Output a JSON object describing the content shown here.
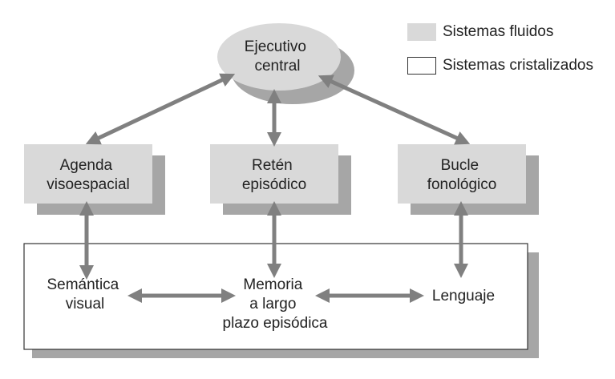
{
  "legend": {
    "fluid_label": "Sistemas fluidos",
    "crystallized_label": "Sistemas cristalizados"
  },
  "nodes": {
    "central_executive": [
      "Ejecutivo",
      "central"
    ],
    "visuospatial": [
      "Agenda",
      "visoespacial"
    ],
    "episodic_buffer": [
      "Retén",
      "episódico"
    ],
    "phonological_loop": [
      "Bucle",
      "fonológico"
    ],
    "visual_semantics": [
      "Semántica",
      "visual"
    ],
    "episodic_ltm": [
      "Memoria",
      "a largo",
      "plazo episódica"
    ],
    "language": [
      "Lenguaje"
    ]
  },
  "colors": {
    "fluid_fill": "#d9d9d9",
    "shadow": "#a6a6a6",
    "arrow": "#808080",
    "border": "#333333"
  }
}
